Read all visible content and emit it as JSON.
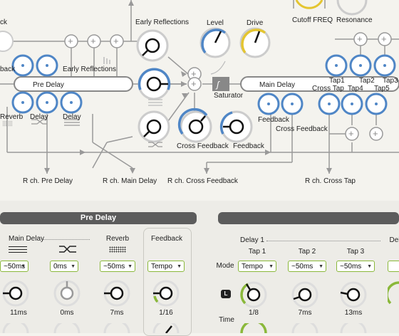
{
  "diagram": {
    "labels": {
      "cutoff": "Cutoff FREQ",
      "resonance": "Resonance",
      "early_reflections_top": "Early Reflections",
      "early_reflections_mid": "Early Reflections",
      "level": "Level",
      "drive": "Drive",
      "pre_delay": "Pre Delay",
      "main_delay": "Main Delay",
      "saturator": "Saturator",
      "tap1": "Tap1",
      "tap2": "Tap2",
      "tap3": "Tap3",
      "cross_tap": "Cross Tap",
      "tap4": "Tap4",
      "tap5": "Tap5",
      "reverb": "Reverb",
      "delay_a": "Delay",
      "delay_b": "Delay",
      "feedback_right": "Feedback",
      "cross_feedback_right": "Cross Feedback",
      "cross_feedback_knob": "Cross Feedback",
      "feedback_knob": "Feedback",
      "r_pre_delay": "R ch. Pre Delay",
      "r_main_delay": "R ch. Main Delay",
      "r_cross_feedback": "R ch. Cross Feedback",
      "r_cross_tap": "R ch. Cross Tap",
      "ck": "ck",
      "back": "back"
    }
  },
  "panel": {
    "pre_delay_header": "Pre Delay",
    "delay1_label": "Delay 1",
    "del_label": "Del",
    "mode_label": "Mode",
    "time_label": "Time",
    "lock_label": "L",
    "columns": [
      {
        "label": "Main Delay",
        "select": "~50ms",
        "value": "11ms"
      },
      {
        "label": "",
        "select": "0ms",
        "value": "0ms"
      },
      {
        "label": "Reverb",
        "select": "~50ms",
        "value": "7ms"
      },
      {
        "label": "Feedback",
        "select": "Tempo",
        "value": "1/16"
      }
    ],
    "taps": [
      {
        "label": "Tap 1",
        "mode": "Tempo",
        "value": "1/8"
      },
      {
        "label": "Tap 2",
        "mode": "~50ms",
        "value": "7ms"
      },
      {
        "label": "Tap 3",
        "mode": "~50ms",
        "value": "13ms"
      }
    ],
    "colors": {
      "accent_green": "#8ab83a",
      "accent_blue": "#4f86c6",
      "accent_yellow": "#e4c530"
    }
  }
}
